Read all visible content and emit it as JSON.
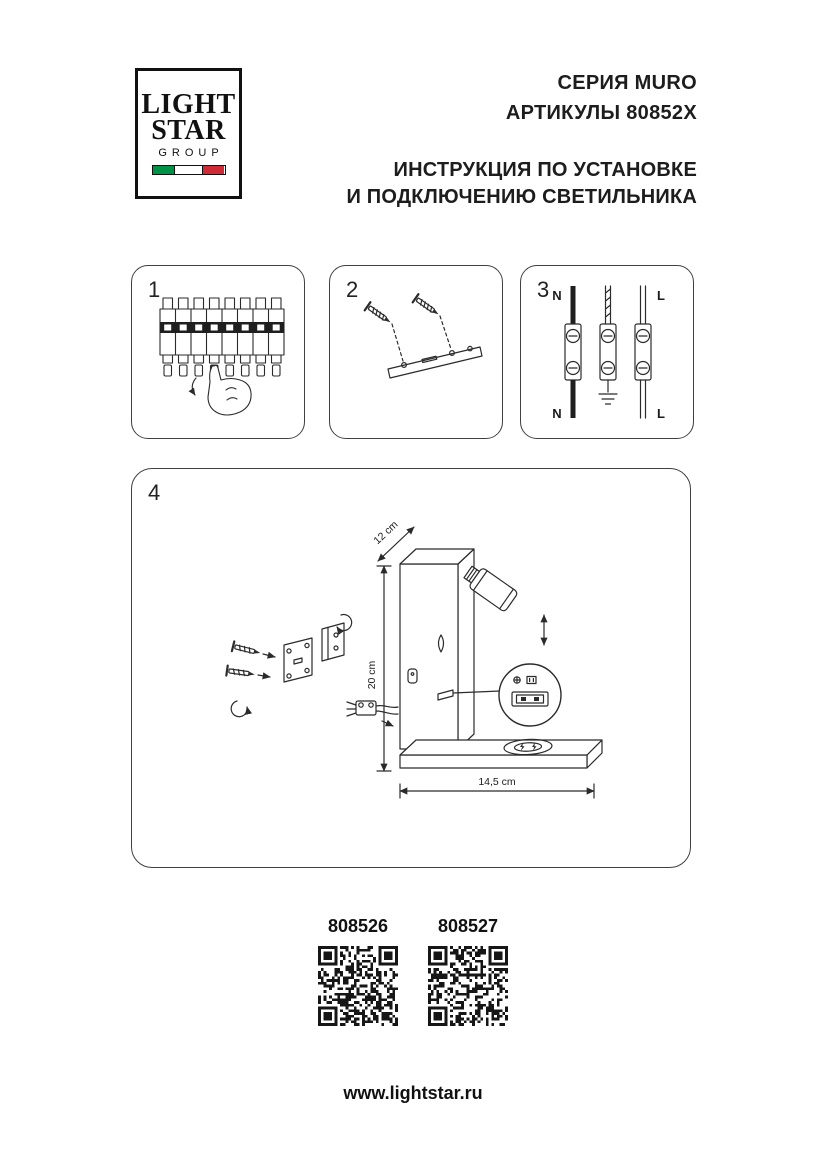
{
  "logo": {
    "line1": "LIGHT",
    "line2": "STAR",
    "line3": "GROUP"
  },
  "header": {
    "series": "СЕРИЯ MURO",
    "articles": "АРТИКУЛЫ 80852X",
    "instruction_line1": "ИНСТРУКЦИЯ ПО УСТАНОВКЕ",
    "instruction_line2": "И ПОДКЛЮЧЕНИЮ СВЕТИЛЬНИКА"
  },
  "steps": [
    {
      "number": "1"
    },
    {
      "number": "2"
    },
    {
      "number": "3"
    },
    {
      "number": "4"
    }
  ],
  "wiring": {
    "n_top": "N",
    "l_top": "L",
    "n_bottom": "N",
    "l_bottom": "L"
  },
  "dims": {
    "depth": "12 cm",
    "height": "20 cm",
    "width": "14,5 cm"
  },
  "products": [
    {
      "code": "808526"
    },
    {
      "code": "808527"
    }
  ],
  "footer": {
    "website": "www.lightstar.ru"
  },
  "colors": {
    "ink": "#1b1b1b",
    "flag_green": "#009246",
    "flag_red": "#ce2b37"
  }
}
